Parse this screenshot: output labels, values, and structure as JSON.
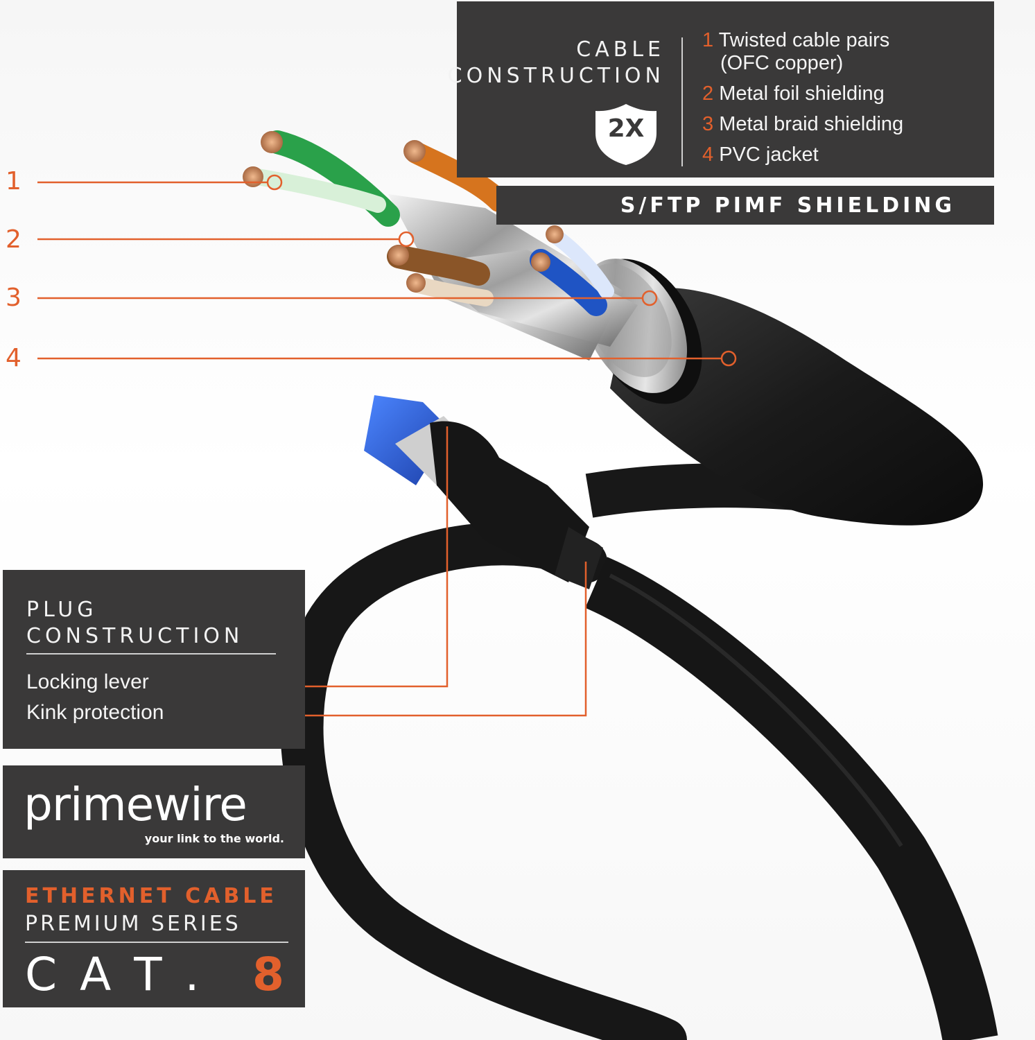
{
  "cable_construction": {
    "heading_line1": "CABLE",
    "heading_line2": "CONSTRUCTION",
    "badge": "2X",
    "items": [
      {
        "num": "1",
        "text_line1": "Twisted cable pairs",
        "text_line2": "(OFC copper)"
      },
      {
        "num": "2",
        "text_line1": "Metal foil shielding"
      },
      {
        "num": "3",
        "text_line1": "Metal braid shielding"
      },
      {
        "num": "4",
        "text_line1": "PVC jacket"
      }
    ]
  },
  "shielding_banner": "S/FTP PIMF SHIELDING",
  "callouts": [
    "1",
    "2",
    "3",
    "4"
  ],
  "plug_construction": {
    "heading_line1": "PLUG",
    "heading_line2": "CONSTRUCTION",
    "items": [
      "Locking lever",
      "Kink protection"
    ]
  },
  "brand": {
    "name": "primewire",
    "tagline": "your link to the world."
  },
  "product": {
    "line1": "ETHERNET CABLE",
    "line2": "PREMIUM SERIES",
    "cat_prefix": "C A T .",
    "cat_number": "8"
  },
  "colors": {
    "accent": "#e2602c",
    "panel": "#3a3939",
    "cable": "#1c1c1c",
    "plug_blue": "#2b63d8"
  }
}
